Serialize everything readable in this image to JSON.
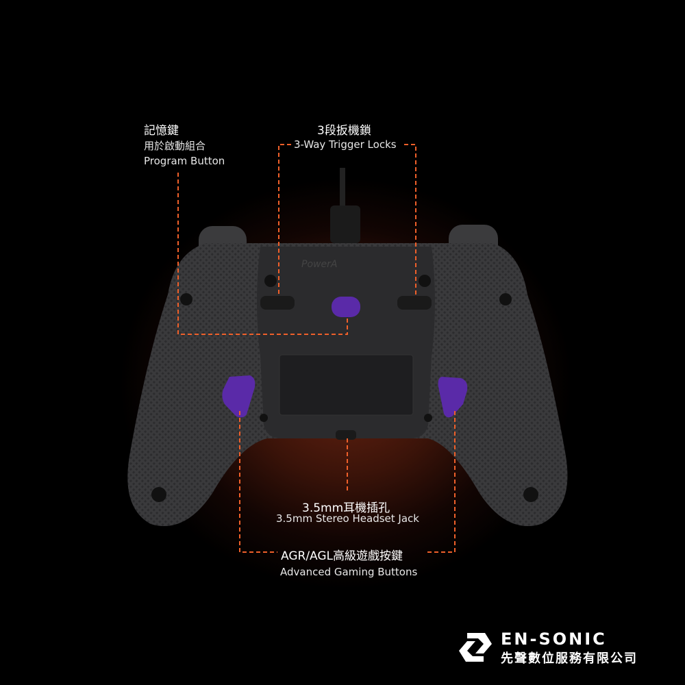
{
  "colors": {
    "accent": "#f0602a",
    "purple": "#5a2aa8",
    "body": "#2a2a2c"
  },
  "labels": {
    "program": {
      "zh": "記憶鍵",
      "zh_sub": "用於啟動組合",
      "en": "Program Button"
    },
    "trigger": {
      "zh": "3段扳機鎖",
      "en": "3-Way Trigger Locks"
    },
    "headset": {
      "zh": "3.5mm耳機插孔",
      "en": "3.5mm Stereo Headset Jack"
    },
    "agr": {
      "zh": "AGR/AGL高級遊戲按鍵",
      "en": "Advanced Gaming Buttons"
    }
  },
  "controller": {
    "brand": "PowerA"
  },
  "footer": {
    "brand": "EN-SONIC",
    "company": "先聲數位服務有限公司"
  }
}
